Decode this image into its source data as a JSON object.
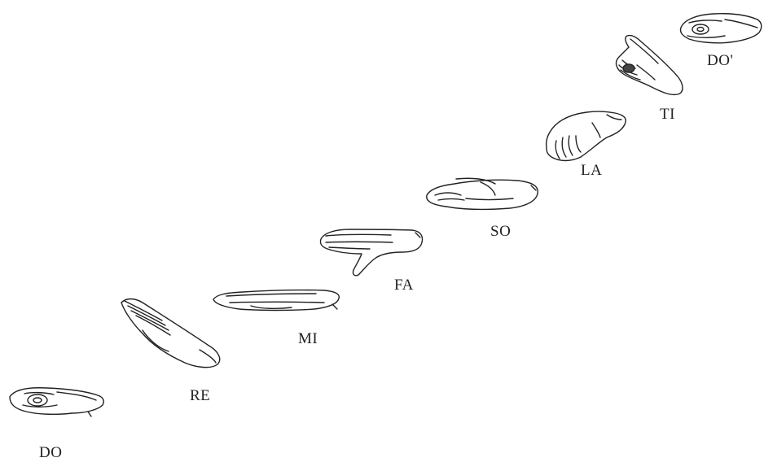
{
  "syllables": [
    {
      "id": "do",
      "label": "DO",
      "icon": "hand-fist-thumb-up-icon"
    },
    {
      "id": "re",
      "label": "RE",
      "icon": "hand-flat-angled-up-icon"
    },
    {
      "id": "mi",
      "label": "MI",
      "icon": "hand-flat-horizontal-icon"
    },
    {
      "id": "fa",
      "label": "FA",
      "icon": "hand-thumb-down-icon"
    },
    {
      "id": "so",
      "label": "SO",
      "icon": "hand-flat-palm-in-icon"
    },
    {
      "id": "la",
      "label": "LA",
      "icon": "hand-cupped-down-icon"
    },
    {
      "id": "ti",
      "label": "TI",
      "icon": "hand-index-point-up-icon"
    },
    {
      "id": "do-high",
      "label": "DO'",
      "icon": "hand-fist-thumb-up-icon"
    }
  ],
  "colors": {
    "ink": "#222222",
    "background": "#ffffff"
  }
}
